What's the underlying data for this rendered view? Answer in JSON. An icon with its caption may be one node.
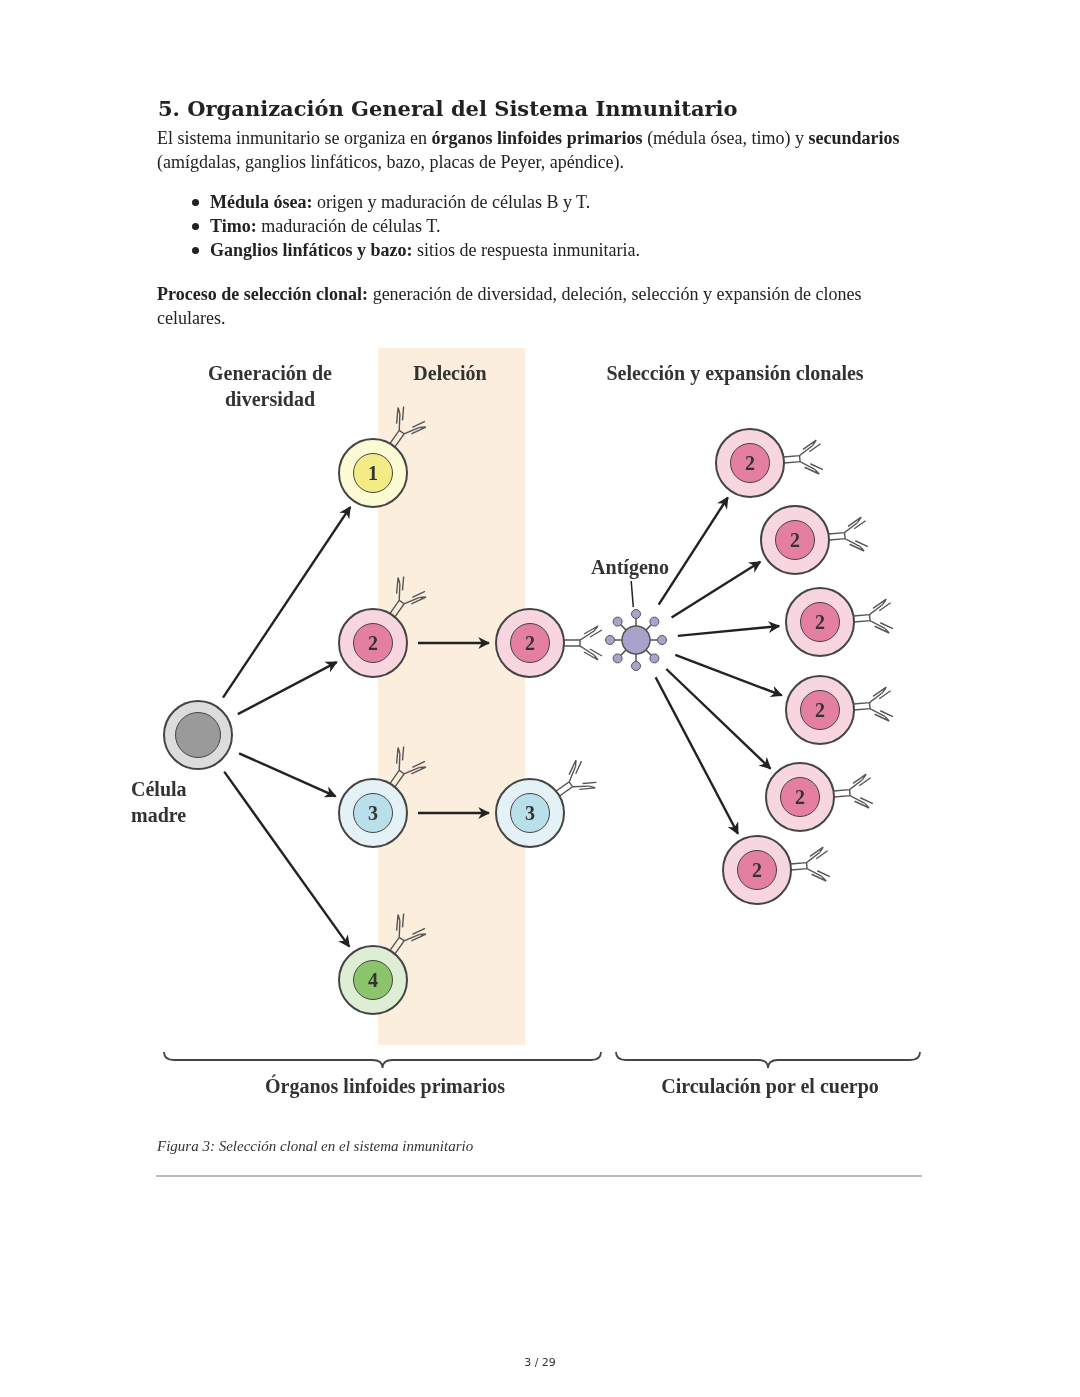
{
  "diagram": {
    "title": "5. Organización General del Sistema Inmunitario",
    "caption": "Figura 3: Selección clonal en el sistema inmunitario",
    "nodes": [
      {
        "text": [
          "Célula madre"
        ]
      },
      {
        "text": [
          "1"
        ]
      },
      {
        "text": [
          "2"
        ]
      },
      {
        "text": [
          "3"
        ]
      },
      {
        "text": [
          "4"
        ]
      },
      {
        "text": [
          "2"
        ]
      },
      {
        "text": [
          "3"
        ]
      },
      {
        "text": [
          "Antígeno"
        ]
      },
      {
        "text": [],
        "shape": "circle"
      },
      {
        "text": [
          "2"
        ]
      },
      {
        "text": [
          "2"
        ]
      },
      {
        "text": [
          "2"
        ]
      },
      {
        "text": [
          "2"
        ]
      },
      {
        "text": [
          "2"
        ]
      },
      {
        "text": [
          "2"
        ]
      }
    ],
    "edges": [
      {
        "from": 0,
        "to": 1,
        "arrow": "to"
      },
      {
        "from": 0,
        "to": 2,
        "arrow": "to"
      },
      {
        "from": 0,
        "to": 3,
        "arrow": "to"
      },
      {
        "from": 0,
        "to": 4,
        "arrow": "to"
      },
      {
        "from": 2,
        "to": 5,
        "arrow": "to"
      },
      {
        "from": 3,
        "to": 6,
        "arrow": "to"
      },
      {
        "from": 7,
        "to": 8,
        "arrow": "none"
      },
      {
        "from": 8,
        "to": 9,
        "arrow": "to"
      },
      {
        "from": 8,
        "to": 10,
        "arrow": "to"
      },
      {
        "from": 8,
        "to": 11,
        "arrow": "to"
      },
      {
        "from": 8,
        "to": 12,
        "arrow": "to"
      },
      {
        "from": 8,
        "to": 13,
        "arrow": "to"
      },
      {
        "from": 8,
        "to": 14,
        "arrow": "to"
      }
    ],
    "labels": [
      "El sistema inmunitario se organiza en **órganos linfoides primarios** (médula ósea, timo) y **secundarios** (amígdalas, ganglios linfáticos, bazo, placas de Peyer, apéndice).",
      "**Médula ósea:** origen y maduración de células B y T.",
      "**Timo:** maduración de células T.",
      "**Ganglios linfáticos y bazo:** sitios de respuesta inmunitaria.",
      "**Proceso de selección clonal:** generación de diversidad, deleción, selección y expansión de clones celulares.",
      "Generación de diversidad",
      "Deleción",
      "Selección y expansión clonales",
      "Órganos linfoides primarios",
      "Circulación por el cuerpo",
      "3 / 29"
    ]
  }
}
